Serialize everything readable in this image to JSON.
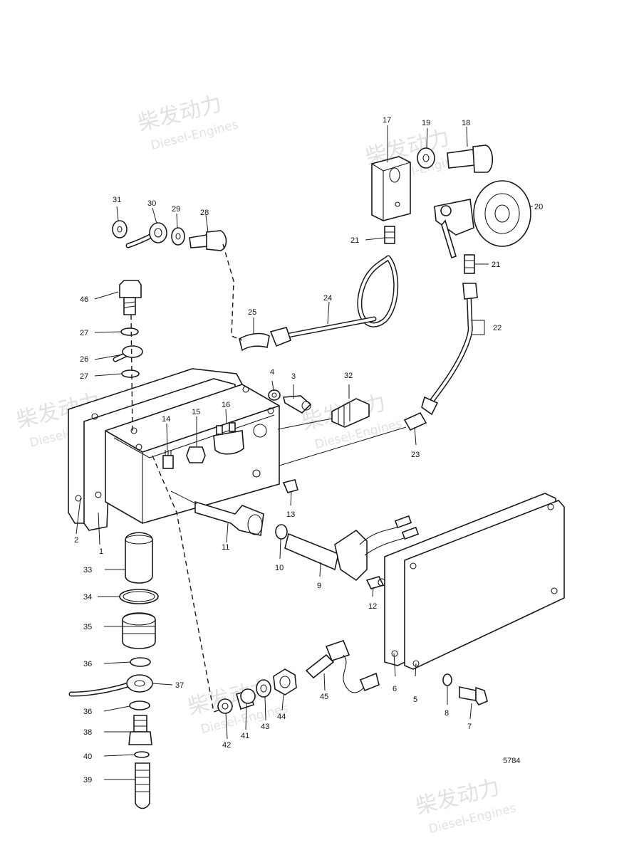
{
  "drawing_number": "5784",
  "watermark": {
    "brand_cn": "柴发动力",
    "brand_en": "Diesel-Engines"
  },
  "callouts": [
    {
      "id": "c1",
      "text": "1"
    },
    {
      "id": "c2",
      "text": "2"
    },
    {
      "id": "c3",
      "text": "3"
    },
    {
      "id": "c4",
      "text": "4"
    },
    {
      "id": "c5",
      "text": "5"
    },
    {
      "id": "c6",
      "text": "6"
    },
    {
      "id": "c7",
      "text": "7"
    },
    {
      "id": "c8",
      "text": "8"
    },
    {
      "id": "c9",
      "text": "9"
    },
    {
      "id": "c10",
      "text": "10"
    },
    {
      "id": "c11",
      "text": "11"
    },
    {
      "id": "c12",
      "text": "12"
    },
    {
      "id": "c13",
      "text": "13"
    },
    {
      "id": "c14",
      "text": "14"
    },
    {
      "id": "c15",
      "text": "15"
    },
    {
      "id": "c16",
      "text": "16"
    },
    {
      "id": "c17",
      "text": "17"
    },
    {
      "id": "c18",
      "text": "18"
    },
    {
      "id": "c19",
      "text": "19"
    },
    {
      "id": "c20",
      "text": "20"
    },
    {
      "id": "c21a",
      "text": "21"
    },
    {
      "id": "c21b",
      "text": "21"
    },
    {
      "id": "c22",
      "text": "22"
    },
    {
      "id": "c23",
      "text": "23"
    },
    {
      "id": "c24",
      "text": "24"
    },
    {
      "id": "c25",
      "text": "25"
    },
    {
      "id": "c26",
      "text": "26"
    },
    {
      "id": "c27a",
      "text": "27"
    },
    {
      "id": "c27b",
      "text": "27"
    },
    {
      "id": "c28",
      "text": "28"
    },
    {
      "id": "c29",
      "text": "29"
    },
    {
      "id": "c30",
      "text": "30"
    },
    {
      "id": "c31",
      "text": "31"
    },
    {
      "id": "c32",
      "text": "32"
    },
    {
      "id": "c33",
      "text": "33"
    },
    {
      "id": "c34",
      "text": "34"
    },
    {
      "id": "c35",
      "text": "35"
    },
    {
      "id": "c36a",
      "text": "36"
    },
    {
      "id": "c36b",
      "text": "36"
    },
    {
      "id": "c37",
      "text": "37"
    },
    {
      "id": "c38",
      "text": "38"
    },
    {
      "id": "c39",
      "text": "39"
    },
    {
      "id": "c40",
      "text": "40"
    },
    {
      "id": "c41",
      "text": "41"
    },
    {
      "id": "c42",
      "text": "42"
    },
    {
      "id": "c43",
      "text": "43"
    },
    {
      "id": "c44",
      "text": "44"
    },
    {
      "id": "c45",
      "text": "45"
    },
    {
      "id": "c46",
      "text": "46"
    }
  ]
}
